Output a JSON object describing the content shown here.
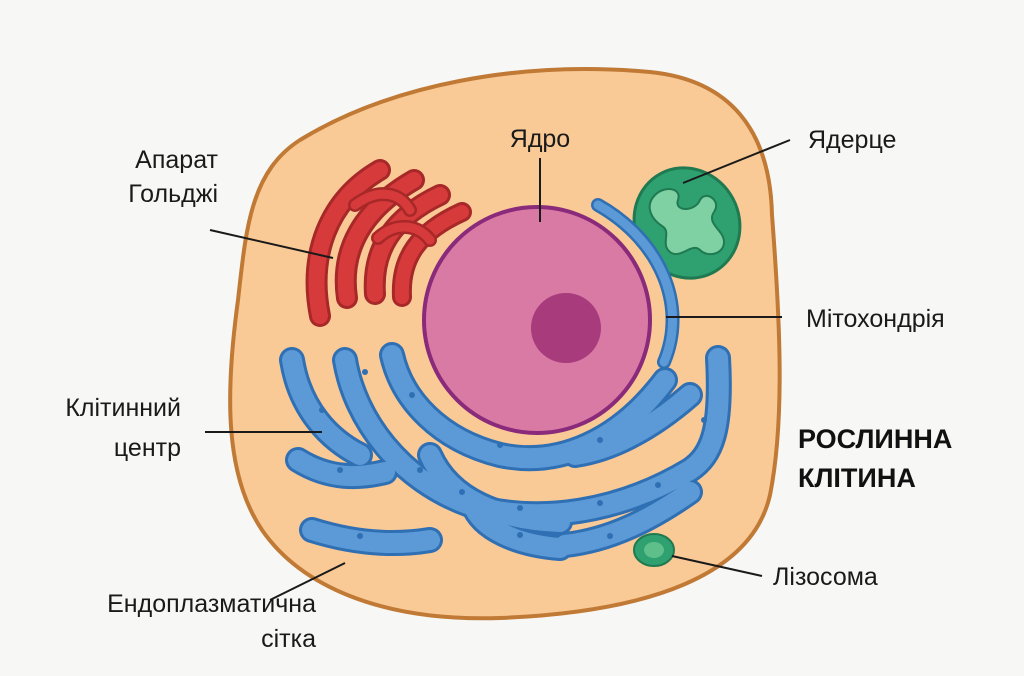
{
  "title": {
    "line1": "РОСЛИННА",
    "line2": "КЛІТИНА"
  },
  "labels": {
    "golgi_line1": "Апарат",
    "golgi_line2": "Гольджі",
    "nucleus": "Ядро",
    "nucleolus": "Ядерце",
    "mitochondria": "Мітохондрія",
    "centrosome_line1": "Клітинний",
    "centrosome_line2": "центр",
    "er_line1": "Ендоплазматична",
    "er_line2": "сітка",
    "lysosome": "Лізосома"
  },
  "colors": {
    "cytoplasm": "#f9c996",
    "membrane": "#c07a35",
    "nucleus": "#d97aa5",
    "nucleus_border": "#8a2a7a",
    "nucleolus": "#a83b7b",
    "golgi": "#d63a3a",
    "er": "#5b9ad6",
    "mitochondria": "#2fa06f",
    "lysosome": "#2fa06f"
  }
}
